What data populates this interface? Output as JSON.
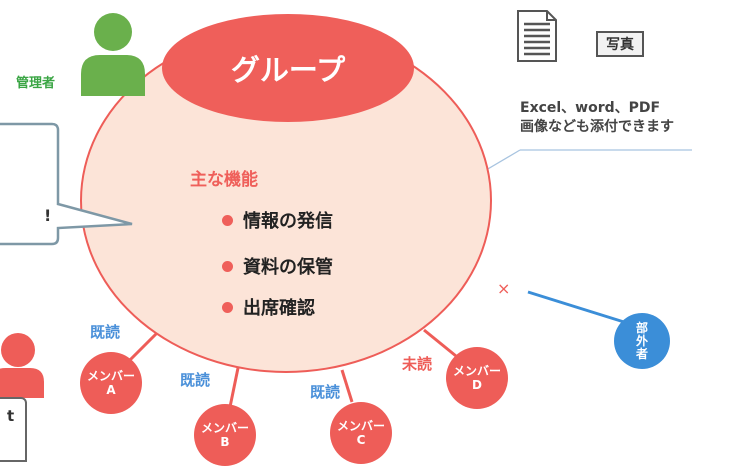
{
  "group": {
    "title": "グループ",
    "features_title": "主な機能",
    "features": [
      "情報の発信",
      "資料の保管",
      "出席確認"
    ]
  },
  "admin": {
    "label": "管理者"
  },
  "attachments": {
    "photo_label": "写真",
    "text_line1": "Excel、word、PDF",
    "text_line2": "画像なども添付できます"
  },
  "members": [
    {
      "line1": "メンバー",
      "line2": "A",
      "status": "既読"
    },
    {
      "line1": "メンバー",
      "line2": "B",
      "status": "既読"
    },
    {
      "line1": "メンバー",
      "line2": "C",
      "status": "既読"
    },
    {
      "line1": "メンバー",
      "line2": "D",
      "status": "未読"
    }
  ],
  "outsider": {
    "chars": [
      "部",
      "外",
      "者"
    ]
  },
  "cross_mark": "×",
  "fragments": {
    "callout_text": "!",
    "bottom_box_text": "t"
  },
  "colors": {
    "accent_red": "#ee5d58",
    "circle_fill": "#fce4d8",
    "read_blue": "#4a90d9",
    "admin_green": "#6ab04c",
    "outsider_blue": "#3b8ed8"
  }
}
